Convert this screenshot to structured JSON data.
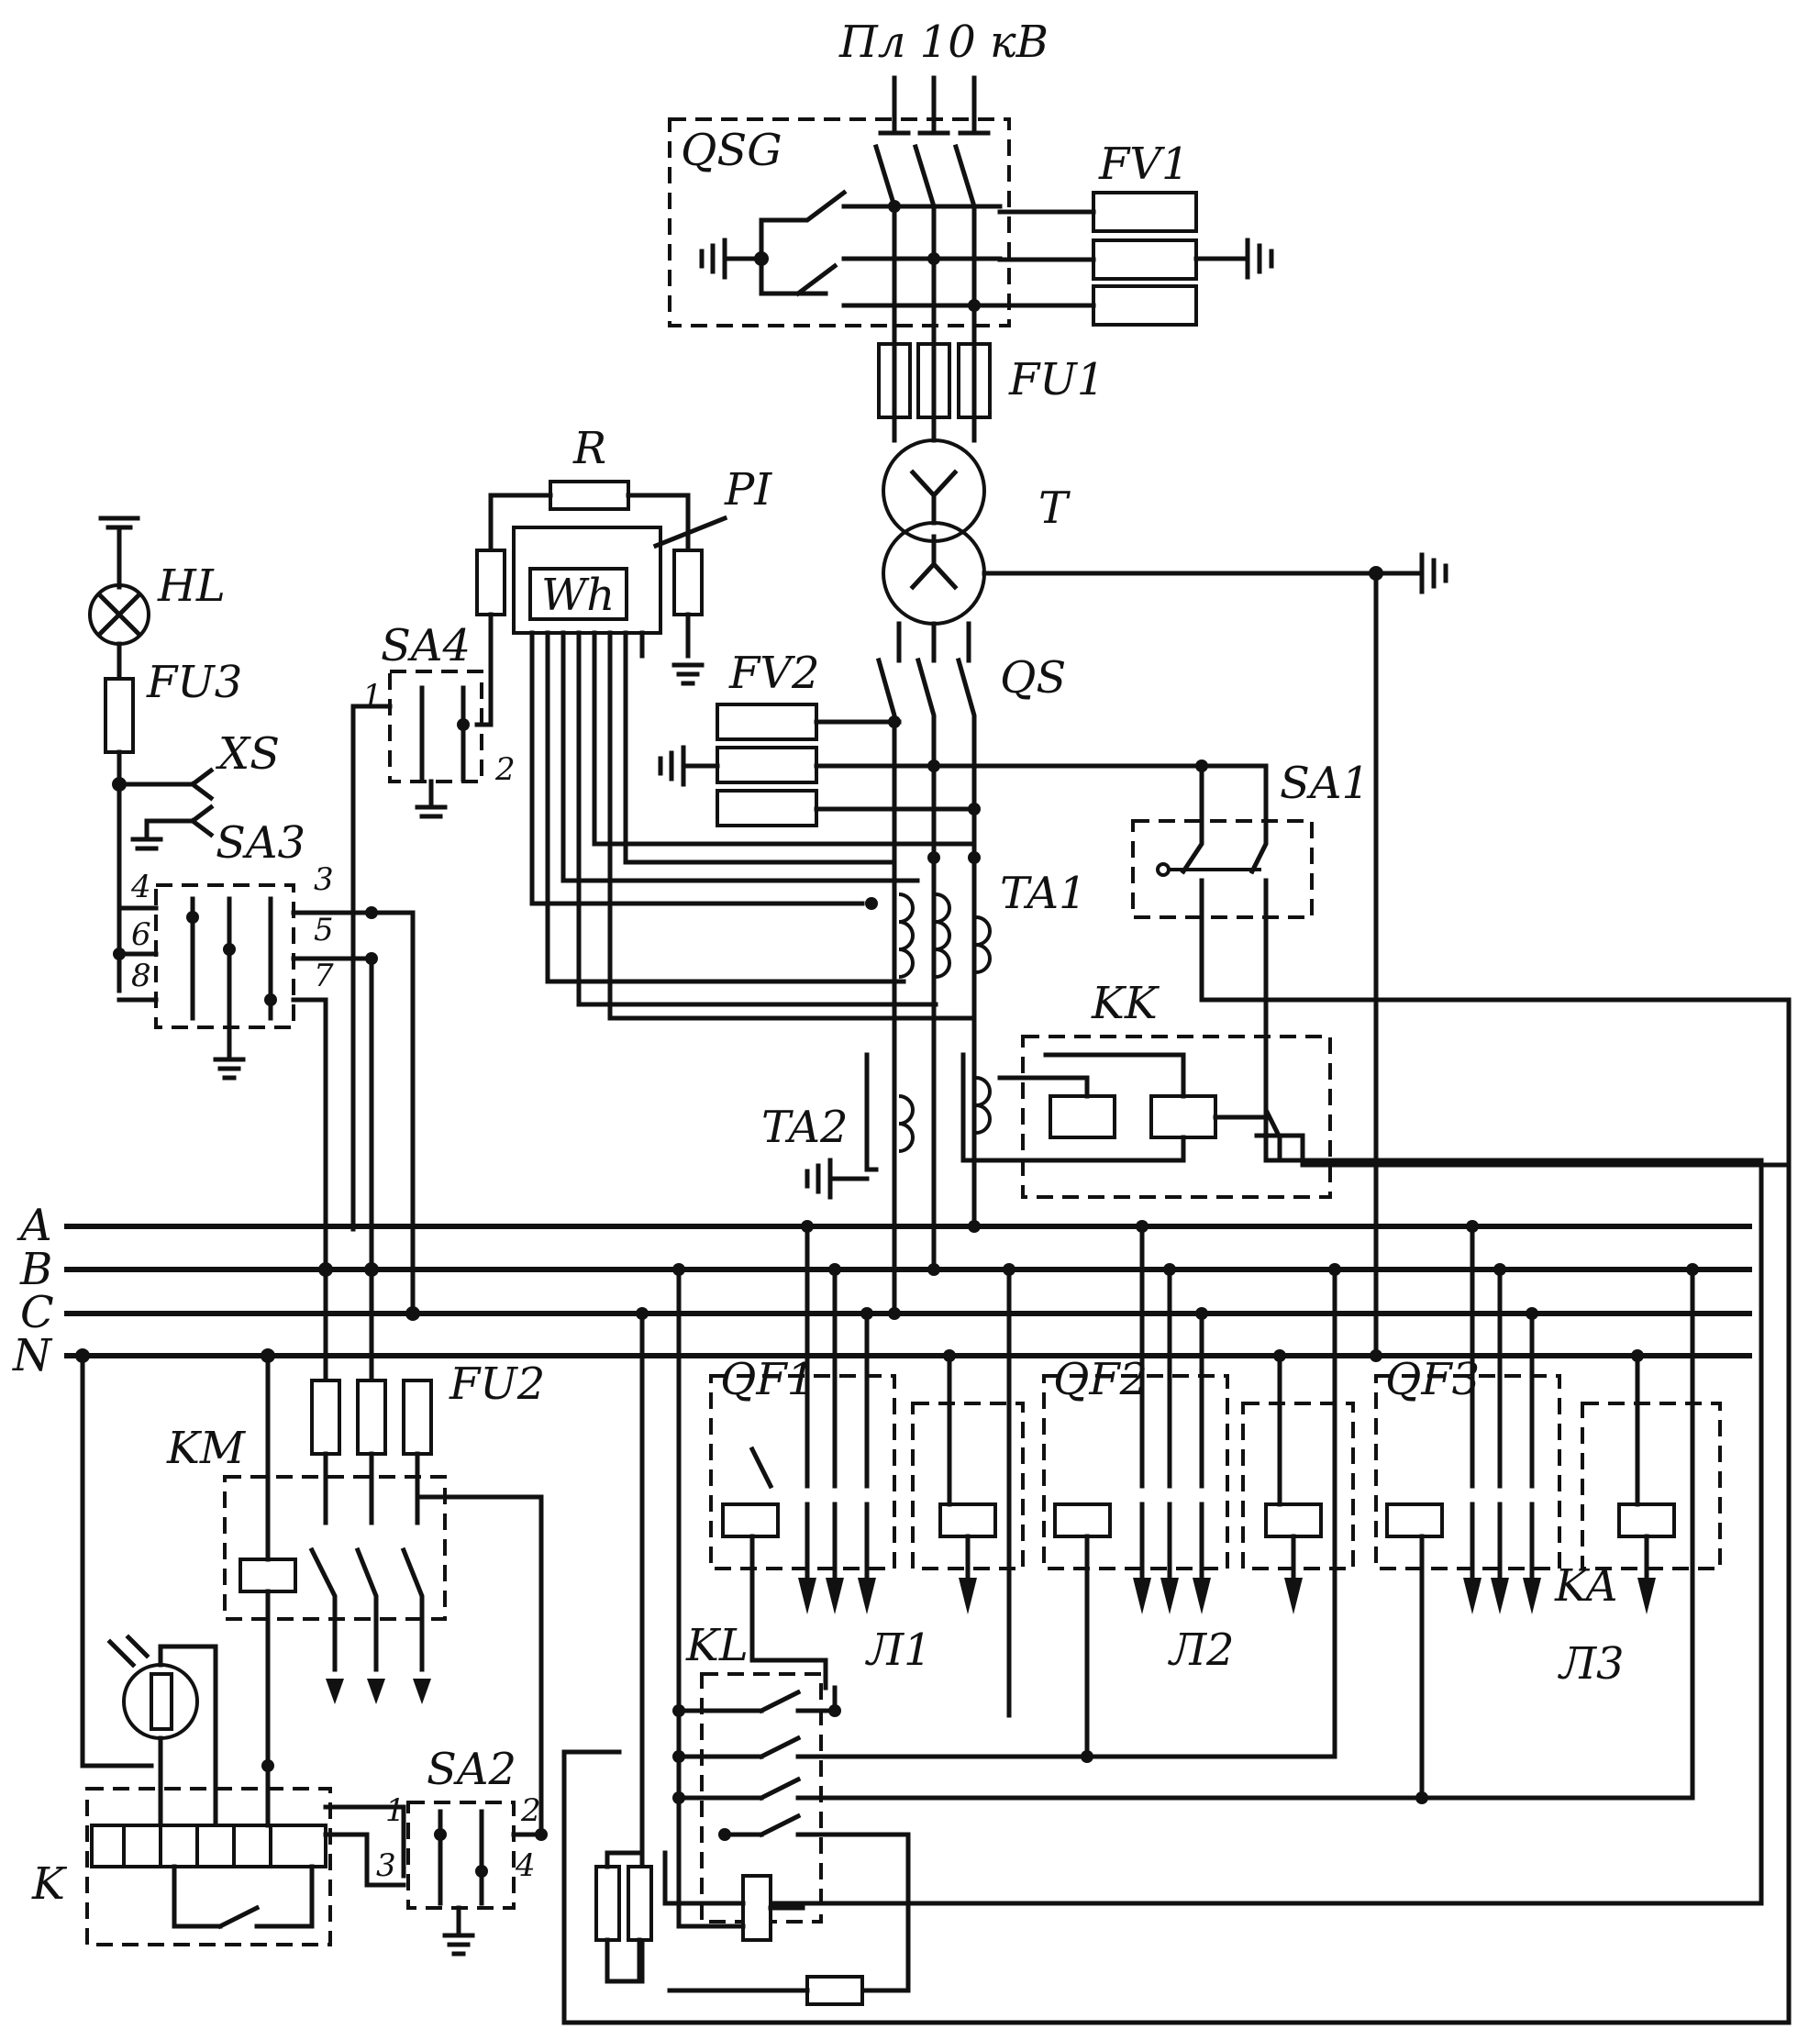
{
  "supply_label": "Пл 10 кВ",
  "labels": {
    "qsg": "QSG",
    "fv1": "FV1",
    "fu1": "FU1",
    "t": "T",
    "r": "R",
    "pi": "PI",
    "wh": "Wh",
    "hl": "HL",
    "fu3": "FU3",
    "xs": "XS",
    "sa4": "SA4",
    "fv2": "FV2",
    "qs": "QS",
    "sa1": "SA1",
    "sa3": "SA3",
    "ta1": "TA1",
    "kk": "KK",
    "ta2": "TA2",
    "fu2": "FU2",
    "km": "KM",
    "qf1": "QF1",
    "qf2": "QF2",
    "qf3": "QF3",
    "ka": "KA",
    "kl": "KL",
    "sa2": "SA2",
    "k": "K"
  },
  "buses": [
    "A",
    "B",
    "C",
    "N"
  ],
  "lines": [
    "Л1",
    "Л2",
    "Л3"
  ],
  "terminals": {
    "sa4": [
      "1",
      "2"
    ],
    "sa3": [
      "4",
      "6",
      "8",
      "3",
      "5",
      "7"
    ],
    "sa2": [
      "1",
      "3",
      "2",
      "4"
    ]
  }
}
